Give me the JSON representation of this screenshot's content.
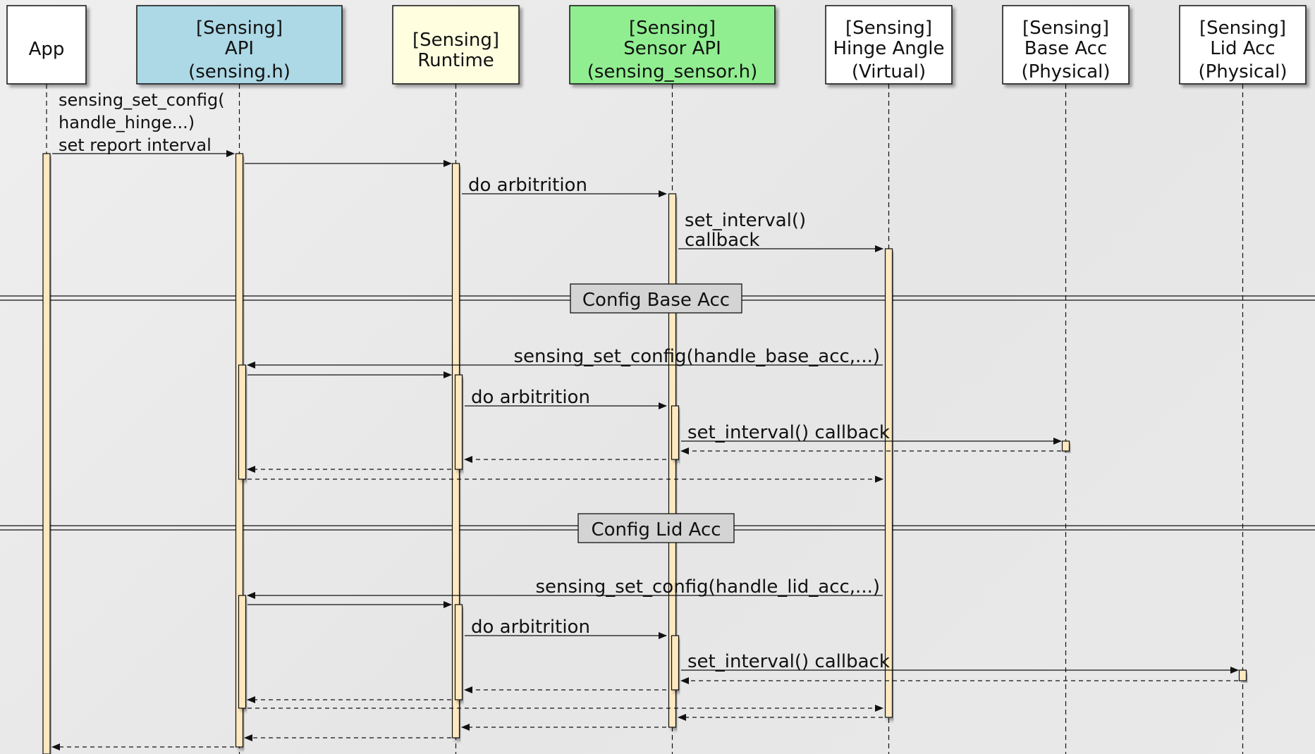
{
  "participants": [
    {
      "id": "app",
      "lines": [
        "App"
      ],
      "fill": "#ffffff"
    },
    {
      "id": "api",
      "lines": [
        "[Sensing]",
        "API",
        "(sensing.h)"
      ],
      "fill": "#add8e6"
    },
    {
      "id": "runtime",
      "lines": [
        "[Sensing]",
        "Runtime"
      ],
      "fill": "#ffffe0"
    },
    {
      "id": "sensor_api",
      "lines": [
        "[Sensing]",
        "Sensor API",
        "(sensing_sensor.h)"
      ],
      "fill": "#90ee90"
    },
    {
      "id": "hinge",
      "lines": [
        "[Sensing]",
        "Hinge Angle",
        "(Virtual)"
      ],
      "fill": "#ffffff"
    },
    {
      "id": "base_acc",
      "lines": [
        "[Sensing]",
        "Base Acc",
        "(Physical)"
      ],
      "fill": "#ffffff"
    },
    {
      "id": "lid_acc",
      "lines": [
        "[Sensing]",
        "Lid Acc",
        "(Physical)"
      ],
      "fill": "#ffffff"
    }
  ],
  "messages": [
    {
      "from": "app",
      "to": "api",
      "lines": [
        "sensing_set_config(",
        "handle_hinge...)",
        "set report interval"
      ],
      "style": "solid"
    },
    {
      "from": "api",
      "to": "runtime",
      "lines": [],
      "style": "solid"
    },
    {
      "from": "runtime",
      "to": "sensor_api",
      "lines": [
        "do arbitrition"
      ],
      "style": "solid"
    },
    {
      "from": "sensor_api",
      "to": "hinge",
      "lines": [
        "set_interval()",
        "callback"
      ],
      "style": "solid"
    },
    {
      "from": "hinge",
      "to": "api",
      "lines": [
        "sensing_set_config(handle_base_acc,...)"
      ],
      "style": "solid"
    },
    {
      "from": "api",
      "to": "runtime",
      "lines": [],
      "style": "solid"
    },
    {
      "from": "runtime",
      "to": "sensor_api",
      "lines": [
        "do arbitrition"
      ],
      "style": "solid"
    },
    {
      "from": "sensor_api",
      "to": "base_acc",
      "lines": [
        "set_interval() callback"
      ],
      "style": "solid"
    },
    {
      "from": "base_acc",
      "to": "sensor_api",
      "lines": [],
      "style": "dashed"
    },
    {
      "from": "sensor_api",
      "to": "runtime",
      "lines": [],
      "style": "dashed"
    },
    {
      "from": "runtime",
      "to": "api",
      "lines": [],
      "style": "dashed"
    },
    {
      "from": "api",
      "to": "hinge",
      "lines": [],
      "style": "dashed"
    },
    {
      "from": "hinge",
      "to": "api",
      "lines": [
        "sensing_set_config(handle_lid_acc,...)"
      ],
      "style": "solid"
    },
    {
      "from": "api",
      "to": "runtime",
      "lines": [],
      "style": "solid"
    },
    {
      "from": "runtime",
      "to": "sensor_api",
      "lines": [
        "do arbitrition"
      ],
      "style": "solid"
    },
    {
      "from": "sensor_api",
      "to": "lid_acc",
      "lines": [
        "set_interval() callback"
      ],
      "style": "solid"
    },
    {
      "from": "lid_acc",
      "to": "sensor_api",
      "lines": [],
      "style": "dashed"
    },
    {
      "from": "sensor_api",
      "to": "runtime",
      "lines": [],
      "style": "dashed"
    },
    {
      "from": "runtime",
      "to": "api",
      "lines": [],
      "style": "dashed"
    },
    {
      "from": "api",
      "to": "hinge",
      "lines": [],
      "style": "dashed"
    },
    {
      "from": "hinge",
      "to": "sensor_api",
      "lines": [],
      "style": "dashed"
    },
    {
      "from": "sensor_api",
      "to": "runtime",
      "lines": [],
      "style": "dashed"
    },
    {
      "from": "runtime",
      "to": "api",
      "lines": [],
      "style": "dashed"
    },
    {
      "from": "api",
      "to": "app",
      "lines": [],
      "style": "dashed"
    }
  ],
  "separators": [
    {
      "label": "Config Base Acc"
    },
    {
      "label": "Config Lid Acc"
    }
  ],
  "colors": {
    "activation": "#fde8c0",
    "separator_box": "#d4d4d4",
    "line": "#111111"
  }
}
